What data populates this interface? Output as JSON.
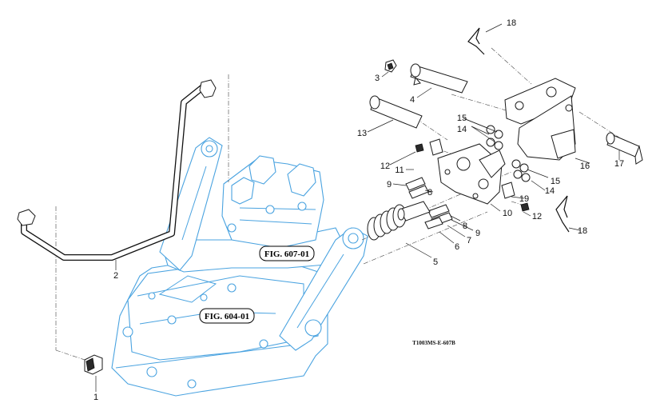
{
  "diagram": {
    "drawing_code": "T1003MS-E-607B",
    "figure_references": [
      "FIG. 607-01",
      "FIG. 604-01"
    ],
    "part_labels": [
      "1",
      "2",
      "3",
      "4",
      "5",
      "6",
      "7",
      "8",
      "8",
      "9",
      "9",
      "10",
      "11",
      "12",
      "12",
      "13",
      "14",
      "14",
      "15",
      "15",
      "16",
      "17",
      "18",
      "18",
      "19"
    ]
  }
}
